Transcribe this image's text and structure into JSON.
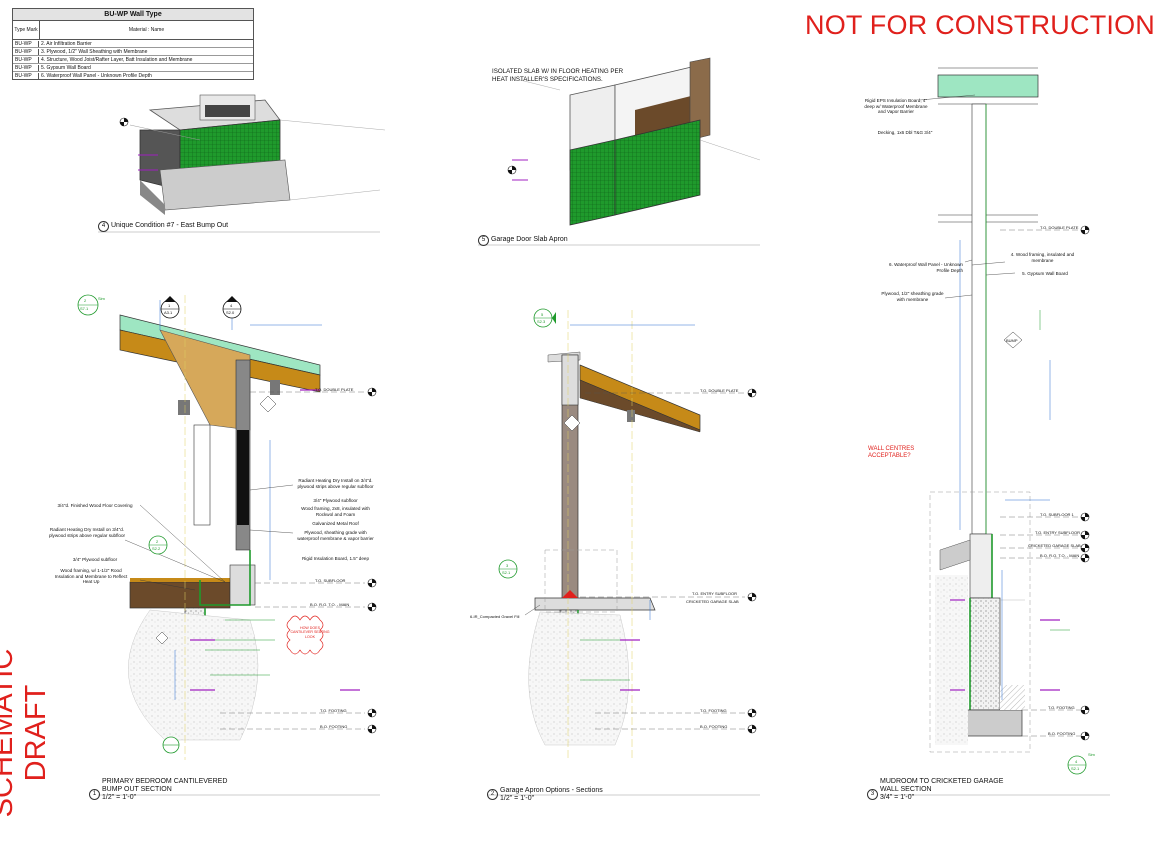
{
  "wall_type_table": {
    "title": "BU-WP Wall Type",
    "header_type_mark": "Type Mark",
    "header_material": "Material : Name",
    "rows": [
      {
        "mark": "BU-WP",
        "material": "2. Air Infiltration Barrier"
      },
      {
        "mark": "BU-WP",
        "material": "3. Plywood, 1/2\" Wall Sheathing with Membrane"
      },
      {
        "mark": "BU-WP",
        "material": "4. Structure, Wood Joist/Rafter Layer, Batt Insulation and Membrane"
      },
      {
        "mark": "BU-WP",
        "material": "5. Gypsum Wall Board"
      },
      {
        "mark": "BU-WP",
        "material": "6. Waterproof Wall Panel - Unknown Profile Depth"
      }
    ]
  },
  "stamps": {
    "not_for_construction": "NOT FOR CONSTRUCTION",
    "schematic_draft": "SCHEMATIC DRAFT"
  },
  "views": {
    "v4": {
      "number": "4",
      "title": "Unique Condition #7 - East Bump Out"
    },
    "v5": {
      "number": "5",
      "title": "Garage Door Slab Apron",
      "note": "ISOLATED SLAB W/ IN FLOOR HEATING PER HEAT INSTALLER'S SPECIFICATIONS."
    },
    "v1": {
      "number": "1",
      "title_line1": "PRIMARY BEDROOM CANTILEVERED",
      "title_line2": "BUMP OUT SECTION",
      "scale": "1/2\" = 1'-0\""
    },
    "v2": {
      "number": "2",
      "title": "Garage Apron Options - Sections",
      "scale": "1/2\" = 1'-0\""
    },
    "v3": {
      "number": "3",
      "title_line1": "MUDROOM TO CRICKETED GARAGE",
      "title_line2": "WALL SECTION",
      "scale": "3/4\" = 1'-0\""
    }
  },
  "section1_notes": {
    "radiant_top": "Radiant Heating Dry Install on 3/4\"d. plywood strips above regular subfloor",
    "subfloor": "3/4\" Plywood subfloor",
    "framing": "Wood framing, 2x8, insulated with Rockwol and Foam",
    "metal_roof": "Galvanized Metal Roof",
    "plywood": "Plywood, sheathing grade with waterproof membrane & vapor barrier",
    "rigid": "Rigid Insulation Board, 1.5\" deep",
    "finished_floor": "3/4\"d. Finished Wood Floor Covering",
    "radiant_left": "Radiant Heating Dry Install on 3/4\"d. plywood strips above regular subfloor",
    "subfloor_left": "3/4\" Plywood subfloor",
    "wood_frame_left": "Wood framing, w/ 1-1/2\" Rood Insulation and Membrane to Reflect Heat Up",
    "red_cloud": "HOW DOES CANTILEVER SEATING LOOK"
  },
  "section2_notes": {
    "compacted": "6-IR_Compacted Gravel Fill"
  },
  "section3_notes": {
    "rigid_eps": "Rigid EPS Insulation Board, 4\" deep w/ Waterproof Membrane and Vapor Barrier",
    "decking": "Decking, 1x6 Dbl T&G 3/4\"",
    "waterproof_panel": "6. Waterproof Wall Panel - Unknown Profile Depth",
    "wood_framing": "4. Wood framing, insulated and membrane",
    "gypsum": "5. Gypsum Wall Board",
    "plywood": "Plywood, 1/2\" sheathing grade with membrane",
    "question": "WALL CENTRES ACCEPTABLE?"
  },
  "levels": {
    "t_o_double_plate": "T.O. DOUBLE PLATE",
    "t_o_subfloor": "T.O. SUBFLOOR",
    "b_o_to_main": "B.O. R.O. T.O. - MAIN",
    "t_o_footing": "T.O. FOOTING",
    "b_o_footing": "B.O. FOOTING",
    "t_o_entry_subfloor": "T.O. ENTRY SUBFLOOR",
    "cricketed_garage_slab": "CRICKETED GARAGE SLAB",
    "t_o_subfloor_1": "T.O. SUBFLOOR 1"
  },
  "callouts": {
    "s71": {
      "top": "2",
      "bottom": "S7.1",
      "tag": "Sim"
    },
    "a31": {
      "top": "1",
      "bottom": "A3.1"
    },
    "s20": {
      "top": "4",
      "bottom": "S2.0"
    },
    "s22": {
      "top": "2",
      "bottom": "S2.2"
    },
    "s23": {
      "top": "5",
      "bottom": "S2.3"
    },
    "s11": {
      "top": "3",
      "bottom": "S2.1"
    },
    "s21": {
      "top": "4",
      "bottom": "S2.1",
      "tag": "Sim"
    },
    "bump": "BUMP"
  },
  "colors": {
    "red": "#e0201c",
    "green": "#1f9a2c",
    "tan": "#c68a18",
    "brown": "#6b4a2a",
    "mint": "#9ee6c2",
    "purple": "#a020c0",
    "blue": "#2b6fd0"
  }
}
